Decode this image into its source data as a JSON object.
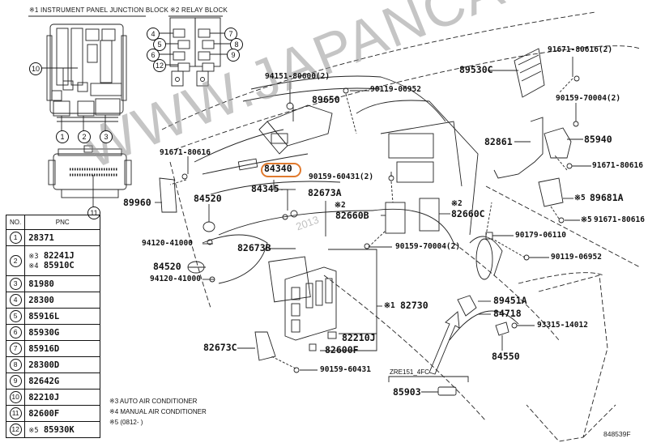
{
  "insets": {
    "junction_block_title": "※1 INSTRUMENT PANEL JUNCTION BLOCK",
    "relay_block_title": "※2 RELAY BLOCK",
    "junction_callouts": [
      "1",
      "2",
      "3",
      "10",
      "11"
    ],
    "relay_callouts": [
      "4",
      "5",
      "6",
      "12",
      "7",
      "8",
      "9"
    ]
  },
  "pnc_table": {
    "headers": [
      "NO.",
      "PNC"
    ],
    "rows": [
      {
        "no": "1",
        "pnc": "28371"
      },
      {
        "no": "2",
        "pnc_lines": [
          {
            "note": "※3",
            "pnc": "82241J"
          },
          {
            "note": "※4",
            "pnc": "85910C"
          }
        ]
      },
      {
        "no": "3",
        "pnc": "81980"
      },
      {
        "no": "4",
        "pnc": "28300"
      },
      {
        "no": "5",
        "pnc": "85916L"
      },
      {
        "no": "6",
        "pnc": "85930G"
      },
      {
        "no": "7",
        "pnc": "85916D"
      },
      {
        "no": "8",
        "pnc": "28300D"
      },
      {
        "no": "9",
        "pnc": "82642G"
      },
      {
        "no": "10",
        "pnc": "82210J"
      },
      {
        "no": "11",
        "pnc": "82600F"
      },
      {
        "no": "12",
        "note": "※5",
        "pnc": "85930K"
      }
    ]
  },
  "notes": [
    "※3 AUTO AIR CONDITIONER",
    "※4 MANUAL AIR CONDITIONER",
    "※5 (0812-     )"
  ],
  "parts": {
    "p94151": "94151-80600(2)",
    "p90119a": "90119-06952",
    "p89650": "89650",
    "p89530c": "89530C",
    "p91671a": "91671-80616(2)",
    "p90159a": "90159-70004(2)",
    "p82861": "82861",
    "p85940": "85940",
    "p91671b": "91671-80616",
    "p91671c": "91671-80616",
    "p84340": "84340",
    "p90159b": "90159-60431(2)",
    "p89960": "89960",
    "p84520a": "84520",
    "p84345": "84345",
    "p82673a": "82673A",
    "p82660b_note": "※2",
    "p82660b": "82660B",
    "p82660c_note": "※2",
    "p82660c": "82660C",
    "p89681a_note": "※5",
    "p89681a": "89681A",
    "p91671d_note": "※5",
    "p91671d": "91671-80616",
    "p94120a": "94120-41000",
    "p82673b": "82673B",
    "p90159c": "90159-70004(2)",
    "p90179": "90179-06110",
    "p84520b": "84520",
    "p90119b": "90119-06952",
    "p94120b": "94120-41000",
    "p82730_note": "※1",
    "p82730": "82730",
    "p89451a": "89451A",
    "p84718": "84718",
    "p93315": "93315-14012",
    "p82673c": "82673C",
    "p82210j": "82210J",
    "p82600f": "82600F",
    "p84550": "84550",
    "p90159d": "90159-60431",
    "variant_label": "ZRE151_4FC",
    "p85903": "85903"
  },
  "watermark": "WWW.JAPANCATS.RU",
  "watermark_year": "2013",
  "diagram_ref": "848539F",
  "highlight_color": "#e07a2e"
}
